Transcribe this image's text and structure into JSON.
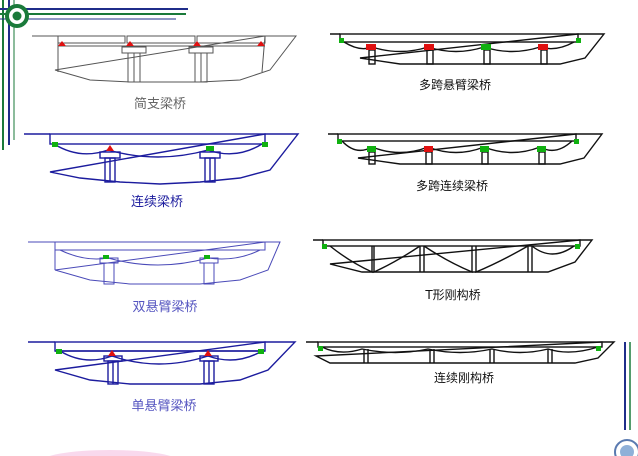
{
  "labels": {
    "simple_span": "简支梁桥",
    "continuous": "连续梁桥",
    "double_cantilever": "双悬臂梁桥",
    "single_cantilever": "单悬臂梁桥",
    "multi_cantilever": "多跨悬臂梁桥",
    "multi_continuous": "多跨连续梁桥",
    "t_rigid_frame": "T形刚构桥",
    "continuous_rigid_frame": "连续刚构桥"
  },
  "colors": {
    "deco_green": "#1a7a3a",
    "deco_blue": "#1f2d8a",
    "outline_gray": "#555555",
    "outline_blue": "#1c1c9e",
    "outline_light_blue": "#4a4ab8",
    "outline_black": "#111111",
    "label_gray": "#666666",
    "label_blue": "#1c1c9e",
    "label_light_blue": "#5555c0",
    "label_black": "#111111",
    "bearing_red": "#e01010",
    "bearing_green": "#10b010",
    "pink_blob": "#f7d0e8"
  },
  "icons": {
    "corner": "circle-logo-icon",
    "badge": "school-badge-icon"
  }
}
